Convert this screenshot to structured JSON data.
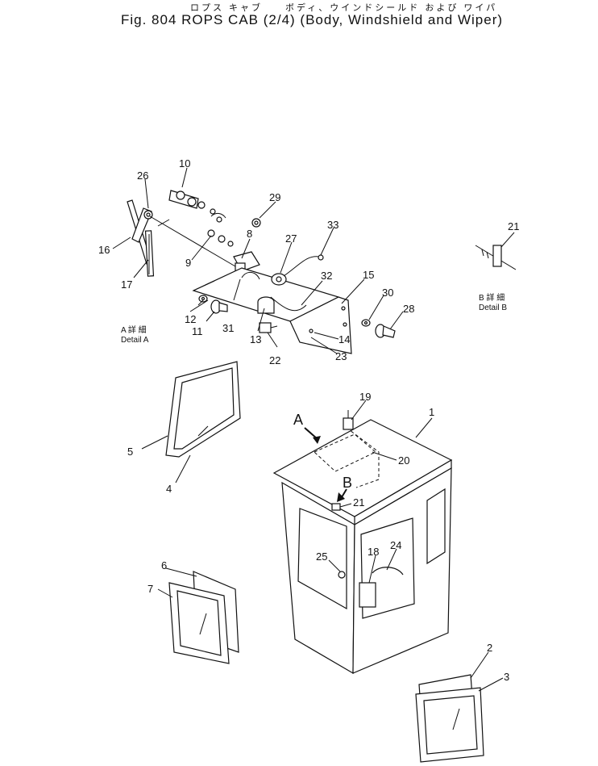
{
  "header": {
    "title_jp": "ロプス キャブ　　ボディ、ウインドシールド および ワイパ",
    "title_en": "Fig. 804   ROPS CAB (2/4) (Body, Windshield and Wiper)"
  },
  "details": {
    "a": {
      "jp": "A 詳 細",
      "en": "Detail A"
    },
    "b": {
      "jp": "B 詳 細",
      "en": "Detail B"
    }
  },
  "view_letters": {
    "a": "A",
    "b": "B"
  },
  "callouts": [
    "1",
    "2",
    "3",
    "4",
    "5",
    "6",
    "7",
    "8",
    "9",
    "10",
    "11",
    "12",
    "13",
    "14",
    "15",
    "16",
    "17",
    "18",
    "19",
    "20",
    "21",
    "21",
    "22",
    "23",
    "24",
    "25",
    "26",
    "27",
    "28",
    "29",
    "30",
    "31",
    "32",
    "33"
  ]
}
